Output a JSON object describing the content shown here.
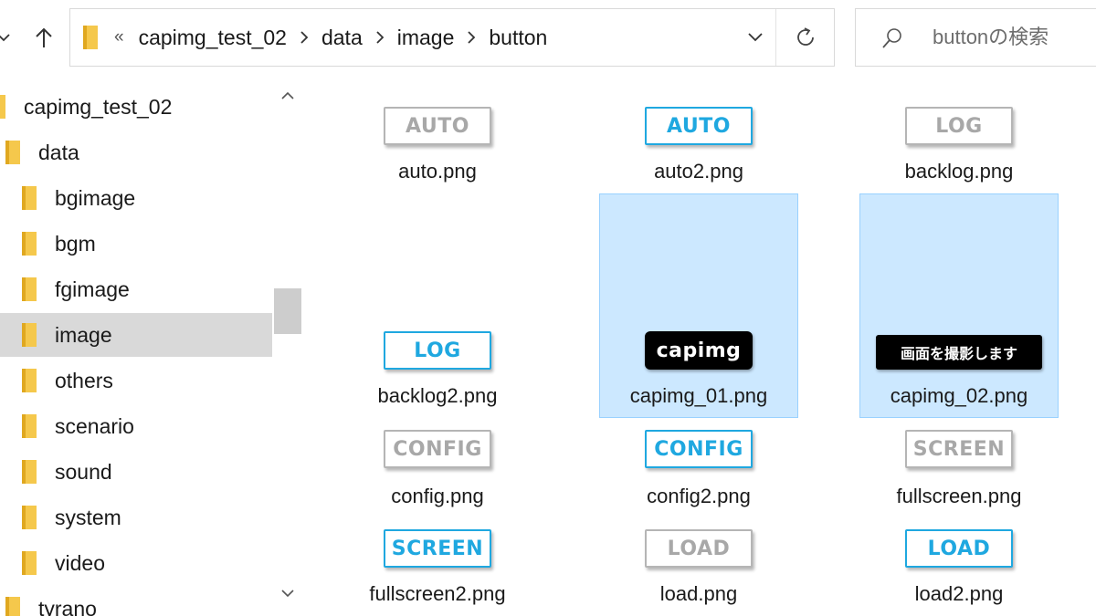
{
  "window": {
    "address": {
      "overflow": "«",
      "crumbs": [
        "capimg_test_02",
        "data",
        "image",
        "button"
      ]
    },
    "search": {
      "placeholder": "buttonの検索"
    }
  },
  "sidebar": {
    "items": [
      {
        "label": "capimg_test_02",
        "selected": false
      },
      {
        "label": "data",
        "selected": false
      },
      {
        "label": "bgimage",
        "selected": false
      },
      {
        "label": "bgm",
        "selected": false
      },
      {
        "label": "fgimage",
        "selected": false
      },
      {
        "label": "image",
        "selected": true
      },
      {
        "label": "others",
        "selected": false
      },
      {
        "label": "scenario",
        "selected": false
      },
      {
        "label": "sound",
        "selected": false
      },
      {
        "label": "system",
        "selected": false
      },
      {
        "label": "video",
        "selected": false
      },
      {
        "label": "tyrano",
        "selected": false
      }
    ]
  },
  "files": [
    {
      "name": "auto.png",
      "thumb_text": "AUTO",
      "style": "gray",
      "selected": false
    },
    {
      "name": "auto2.png",
      "thumb_text": "AUTO",
      "style": "blue",
      "selected": false
    },
    {
      "name": "backlog.png",
      "thumb_text": "LOG",
      "style": "gray",
      "selected": false
    },
    {
      "name": "backlog2.png",
      "thumb_text": "LOG",
      "style": "blue",
      "selected": false
    },
    {
      "name": "capimg_01.png",
      "thumb_text": "capimg",
      "style": "dark",
      "selected": true
    },
    {
      "name": "capimg_02.png",
      "thumb_text": "画面を撮影します",
      "style": "dark-wide",
      "selected": true
    },
    {
      "name": "config.png",
      "thumb_text": "CONFIG",
      "style": "gray",
      "selected": false
    },
    {
      "name": "config2.png",
      "thumb_text": "CONFIG",
      "style": "blue",
      "selected": false
    },
    {
      "name": "fullscreen.png",
      "thumb_text": "SCREEN",
      "style": "gray",
      "selected": false
    },
    {
      "name": "fullscreen2.png",
      "thumb_text": "SCREEN",
      "style": "blue",
      "selected": false
    },
    {
      "name": "load.png",
      "thumb_text": "LOAD",
      "style": "gray",
      "selected": false
    },
    {
      "name": "load2.png",
      "thumb_text": "LOAD",
      "style": "blue",
      "selected": false
    }
  ],
  "colors": {
    "selection_bg": "#cce8ff",
    "selection_border": "#99d1ff",
    "sidebar_selected": "#d9d9d9",
    "button_blue": "#1fa8e0",
    "button_gray": "#b5b5b5",
    "folder_yellow": "#f5c84c"
  },
  "icons": {
    "back": "chevron-down-icon",
    "up": "arrow-up-icon",
    "refresh": "refresh-icon",
    "search": "search-icon",
    "folder": "folder-icon"
  }
}
